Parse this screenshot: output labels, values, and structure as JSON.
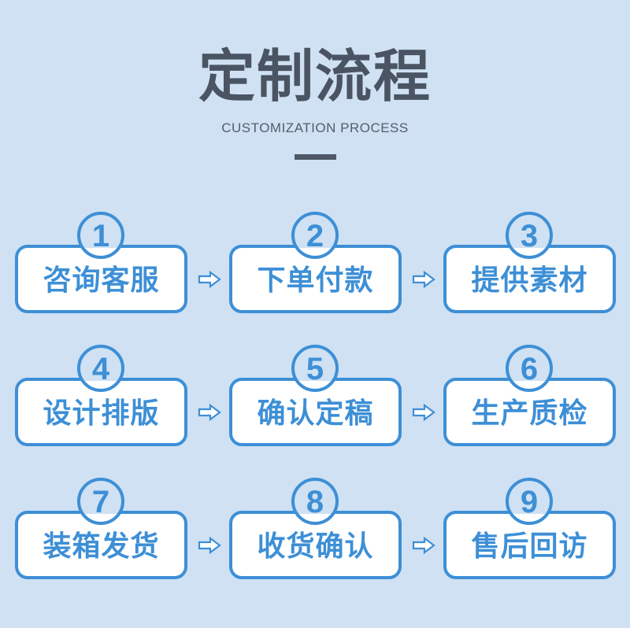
{
  "header": {
    "title": "定制流程",
    "subtitle": "CUSTOMIZATION PROCESS"
  },
  "colors": {
    "background": "#cfe1f3",
    "accent": "#3d8fd6",
    "title": "#4a5462"
  },
  "steps": [
    {
      "number": "1",
      "label": "咨询客服"
    },
    {
      "number": "2",
      "label": "下单付款"
    },
    {
      "number": "3",
      "label": "提供素材"
    },
    {
      "number": "4",
      "label": "设计排版"
    },
    {
      "number": "5",
      "label": "确认定稿"
    },
    {
      "number": "6",
      "label": "生产质检"
    },
    {
      "number": "7",
      "label": "装箱发货"
    },
    {
      "number": "8",
      "label": "收货确认"
    },
    {
      "number": "9",
      "label": "售后回访"
    }
  ],
  "arrow_icon": "right-arrow-icon"
}
